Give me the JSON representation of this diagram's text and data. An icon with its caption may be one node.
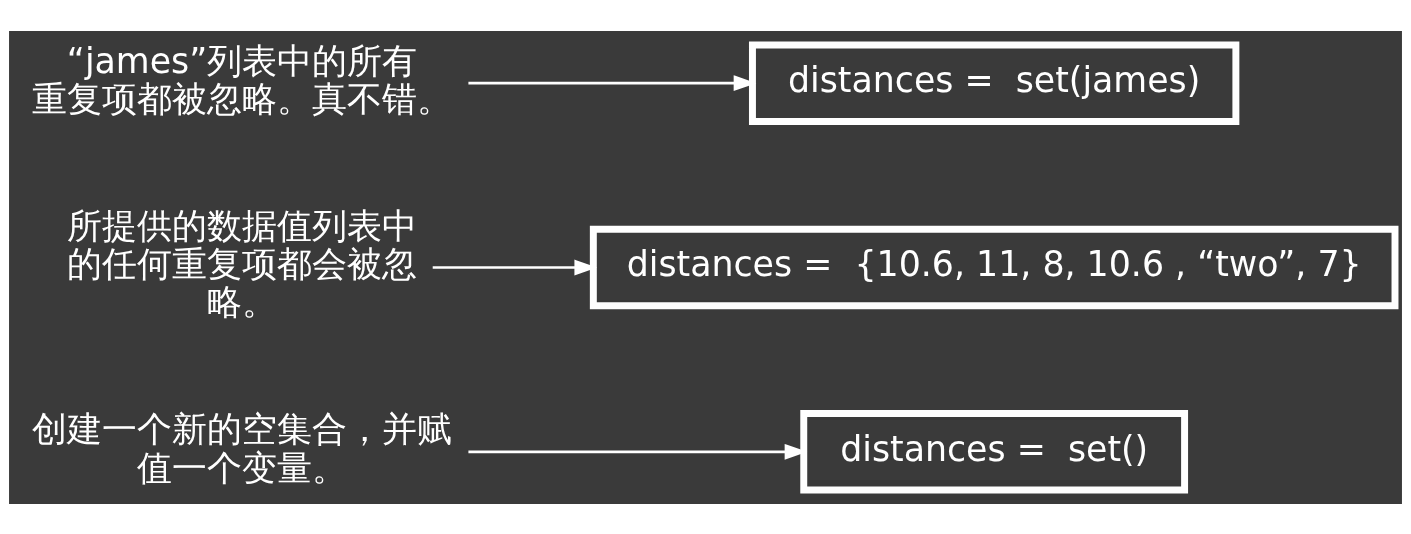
{
  "diagram": {
    "nodes": [
      {
        "text": [
          "创建一个新的空集合，并赋值一个变量。"
        ]
      },
      {
        "text": [
          "distances =  set()"
        ]
      },
      {
        "text": [
          "所提供的数据值列表中的任何重复项都会被忽略。"
        ]
      },
      {
        "text": [
          "distances =  {10.6, 11, 8, 10.6 , “two”, 7}"
        ]
      },
      {
        "text": [
          "“james”列表中的所有重复项都被忽略。真不错。"
        ]
      },
      {
        "text": [
          "distances =  set(james)"
        ]
      }
    ],
    "edges": [
      {
        "from": 0,
        "to": 1,
        "arrow": "to"
      },
      {
        "from": 2,
        "to": 3,
        "arrow": "to"
      },
      {
        "from": 4,
        "to": 5,
        "arrow": "to"
      }
    ]
  }
}
